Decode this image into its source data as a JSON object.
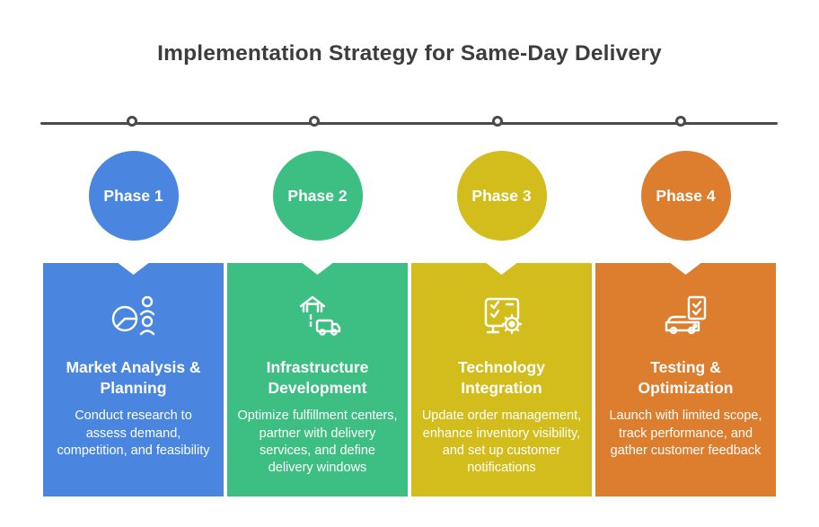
{
  "title": "Implementation Strategy for Same-Day Delivery",
  "title_color": "#3d3d3d",
  "timeline_color": "#4a4a4a",
  "phases": [
    {
      "label": "Phase 1",
      "color": "#4a86e0",
      "icon": "pie-chart-people-icon",
      "heading": "Market Analysis & Planning",
      "description": "Conduct research to assess demand, competition, and feasibility"
    },
    {
      "label": "Phase 2",
      "color": "#3dbe83",
      "icon": "warehouse-truck-icon",
      "heading": "Infrastructure Development",
      "description": "Optimize fulfillment centers, partner with delivery services, and define delivery windows"
    },
    {
      "label": "Phase 3",
      "color": "#d2bd1d",
      "icon": "checklist-gear-icon",
      "heading": "Technology Integration",
      "description": "Update order management, enhance inventory visibility, and set up customer notifications"
    },
    {
      "label": "Phase 4",
      "color": "#dd7e2e",
      "icon": "vehicle-clipboard-icon",
      "heading": "Testing & Optimization",
      "description": "Launch with limited scope, track performance, and gather customer feedback"
    }
  ]
}
